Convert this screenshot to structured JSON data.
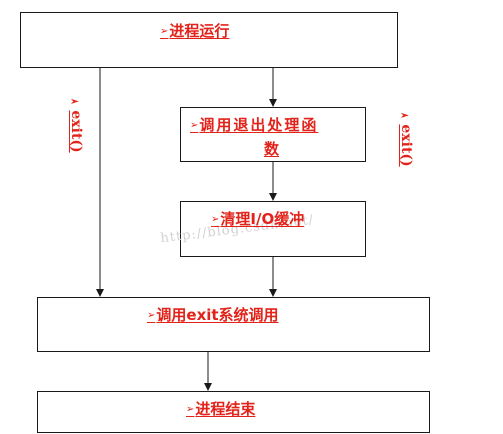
{
  "nodes": {
    "process_running": "进程运行",
    "call_exit_handler": "调用退出处理函",
    "call_exit_handler_cont": "数",
    "flush_io_buffer": "清理I/O缓冲",
    "call_exit_syscall": "调用exit系统调用",
    "process_terminated": "进程结束"
  },
  "side_labels": {
    "left": "exit()",
    "right": "exit()"
  },
  "bullet_glyph": "➢",
  "side_bullet_glyph": "➢",
  "watermark": "http://blog.csdn.net/",
  "colors": {
    "label": "#e2231a",
    "border": "#1a1a1a",
    "watermark": "#d2d2d2"
  }
}
